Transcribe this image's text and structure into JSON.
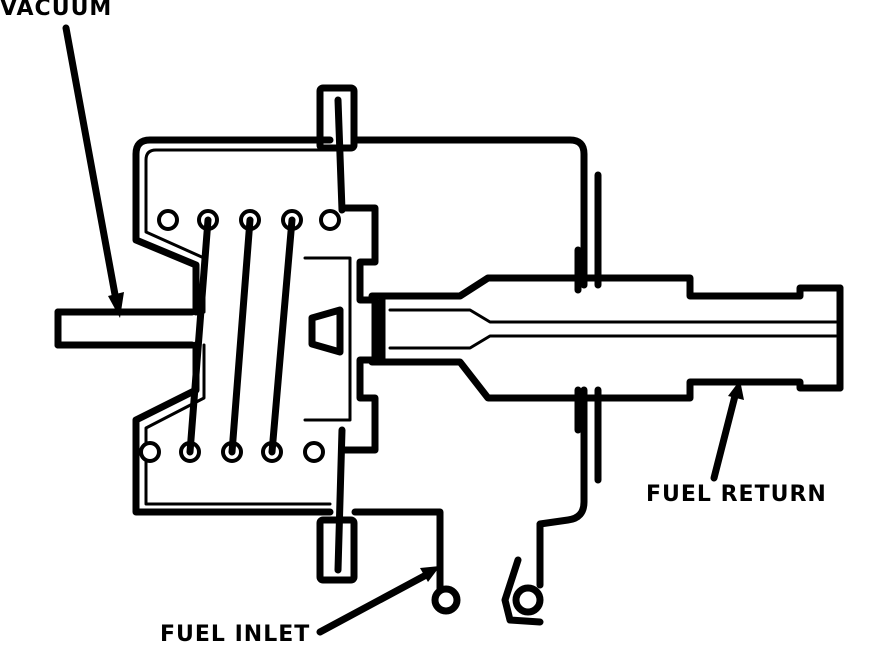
{
  "labels": {
    "vacuum": "VACUUM",
    "fuel_return": "FUEL RETURN",
    "fuel_inlet": "FUEL INLET"
  },
  "colors": {
    "ink": "#000000",
    "paper": "#ffffff"
  }
}
